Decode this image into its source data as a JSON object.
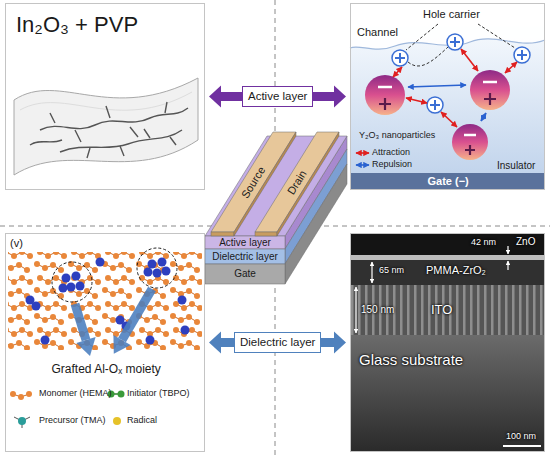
{
  "diagram": {
    "nodes": [
      {
        "text": [
          "In₂O₃ + PVP"
        ]
      },
      {
        "text": [
          "Hole carrier",
          "Channel",
          "Y₂O₃ nanoparticles",
          "Insulator",
          "Gate (−)"
        ]
      },
      {
        "text": [
          "Source"
        ]
      },
      {
        "text": [
          "Drain"
        ]
      },
      {
        "text": [
          "Active layer"
        ]
      },
      {
        "text": [
          "Dielectric layer"
        ]
      },
      {
        "text": [
          "Gate"
        ]
      },
      {
        "text": [
          "(v)",
          "Grafted Al-Oₓ moiety"
        ]
      },
      {
        "text": [
          "42 nm",
          "ZnO",
          "65 nm",
          "PMMA-ZrO₂",
          "150 nm",
          "ITO",
          "Glass substrate",
          "100 nm"
        ]
      }
    ],
    "edges": [
      {
        "from": 0,
        "to": 1,
        "arrow": "both",
        "label": "Active layer"
      },
      {
        "from": 7,
        "to": 8,
        "arrow": "both",
        "label": "Dielectric layer"
      }
    ],
    "legend": [
      {
        "text": "Attraction"
      },
      {
        "text": "Repulsion"
      },
      {
        "text": "Monomer (HEMA)"
      },
      {
        "text": "Initiator (TBPO)"
      },
      {
        "text": "Precursor (TMA)"
      },
      {
        "text": "Radical"
      }
    ]
  }
}
